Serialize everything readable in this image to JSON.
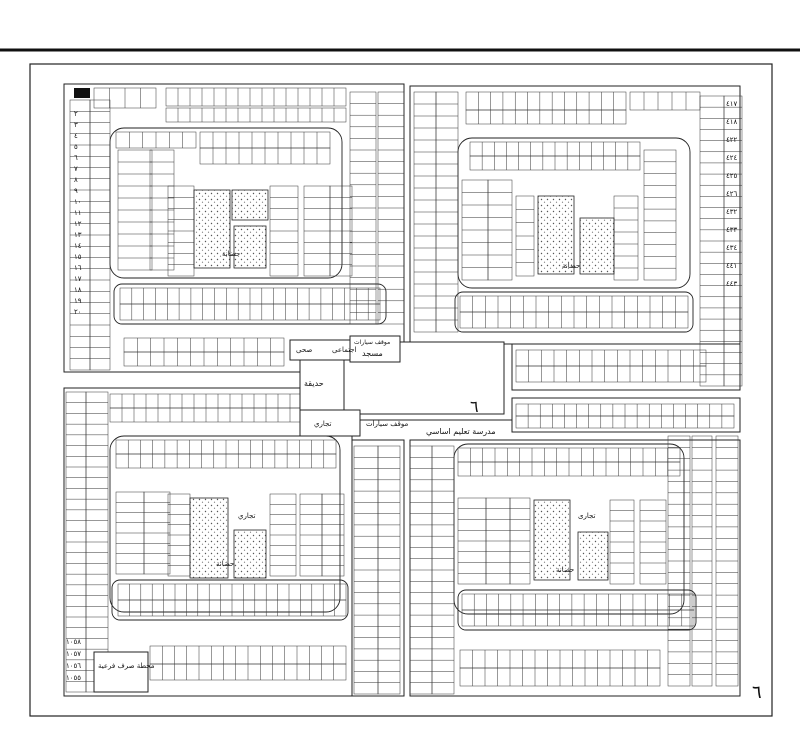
{
  "map": {
    "district_number": "٦",
    "corner_number": "٦",
    "labels": {
      "park": "حديقة",
      "mosque": "مسجد",
      "social": "اجتماعى",
      "health": "صحى",
      "parking_top": "موقف سيارات",
      "parking_bottom": "موقف سيارات",
      "commercial_center": "تجاري",
      "school": "مدرسة تعليم اساسي",
      "sewage_station": "محطة صرف فرعية",
      "commercial_b": "تجاري",
      "commercial_c": "تجارى",
      "gardens_tl": "حضانة",
      "gardens_tr": "حضانة",
      "gardens_bl": "حضانة",
      "gardens_br": "حضانة"
    },
    "plot_samples": {
      "top_left_col": [
        "٢",
        "٣",
        "٤",
        "٥",
        "٦",
        "٧",
        "٨",
        "٩",
        "١٠",
        "١١",
        "١٢",
        "١٣",
        "١٤",
        "١٥",
        "١٦",
        "١٧",
        "١٨",
        "١٩",
        "٢٠"
      ],
      "bottom_left_col": [
        "١٠٥٨",
        "١٠٥٧",
        "١٠٥٦",
        "١٠٥٥"
      ],
      "right_col": [
        "٤١٧",
        "٤١٨",
        "٤٢٢",
        "٤٢٤",
        "٤٢٥",
        "٤٢٦",
        "٤٣٢",
        "٤٣٣",
        "٤٣٤",
        "٤٤١",
        "٤٤٣"
      ]
    }
  }
}
